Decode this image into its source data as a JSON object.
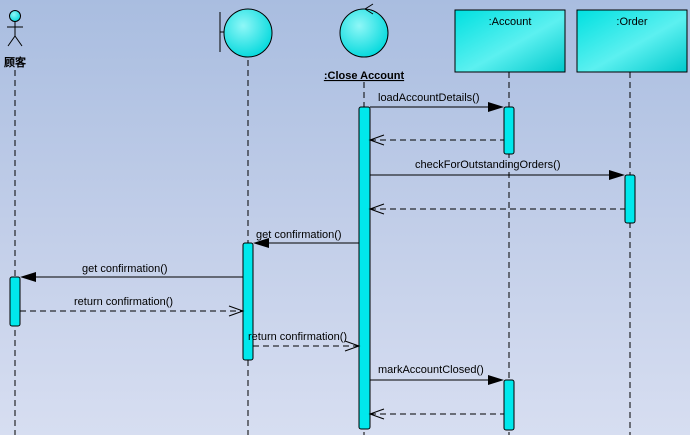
{
  "participants": {
    "actor": {
      "label": "顾客",
      "kind": "actor"
    },
    "boundary": {
      "label": "",
      "kind": "boundary"
    },
    "control": {
      "label": ":Close Account",
      "kind": "control"
    },
    "account": {
      "label": ":Account",
      "kind": "object"
    },
    "order": {
      "label": ":Order",
      "kind": "object"
    }
  },
  "messages": [
    {
      "label": "loadAccountDetails()",
      "type": "call"
    },
    {
      "label": "",
      "type": "return"
    },
    {
      "label": "checkForOutstandingOrders()",
      "type": "call"
    },
    {
      "label": "",
      "type": "return"
    },
    {
      "label": "get confirmation()",
      "type": "call"
    },
    {
      "label": "get confirmation()",
      "type": "call"
    },
    {
      "label": "return confirmation()",
      "type": "return"
    },
    {
      "label": "return confirmation()",
      "type": "return"
    },
    {
      "label": "markAccountClosed()",
      "type": "call"
    },
    {
      "label": "",
      "type": "return"
    }
  ],
  "colors": {
    "element_fill": "#00e5e5",
    "element_fill_light": "#9ff6f6",
    "activation_fill": "#00e8ec",
    "stroke": "#000000"
  }
}
